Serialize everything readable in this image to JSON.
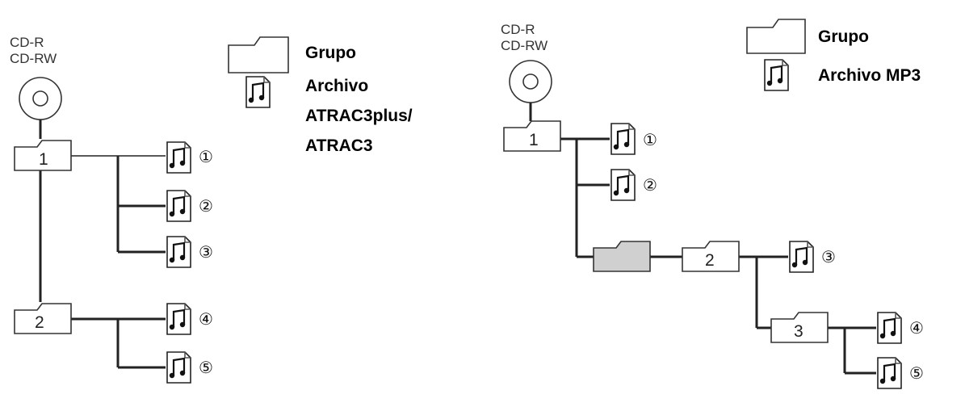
{
  "left_diagram": {
    "media_label_1": "CD-R",
    "media_label_2": "CD-RW",
    "legend": {
      "group": "Grupo",
      "file_line1": "Archivo",
      "file_line2": "ATRAC3plus/",
      "file_line3": "ATRAC3"
    },
    "groups": [
      "1",
      "2"
    ],
    "tracks": [
      "①",
      "②",
      "③",
      "④",
      "⑤"
    ]
  },
  "right_diagram": {
    "media_label_1": "CD-R",
    "media_label_2": "CD-RW",
    "legend": {
      "group": "Grupo",
      "file": "Archivo MP3"
    },
    "groups": [
      "1",
      "2",
      "3"
    ],
    "tracks": [
      "①",
      "②",
      "③",
      "④",
      "⑤"
    ]
  },
  "colors": {
    "empty_folder_fill": "#d0d0d0",
    "line": "#222222"
  },
  "icons": [
    "disc-icon",
    "folder-icon",
    "music-file-icon"
  ]
}
